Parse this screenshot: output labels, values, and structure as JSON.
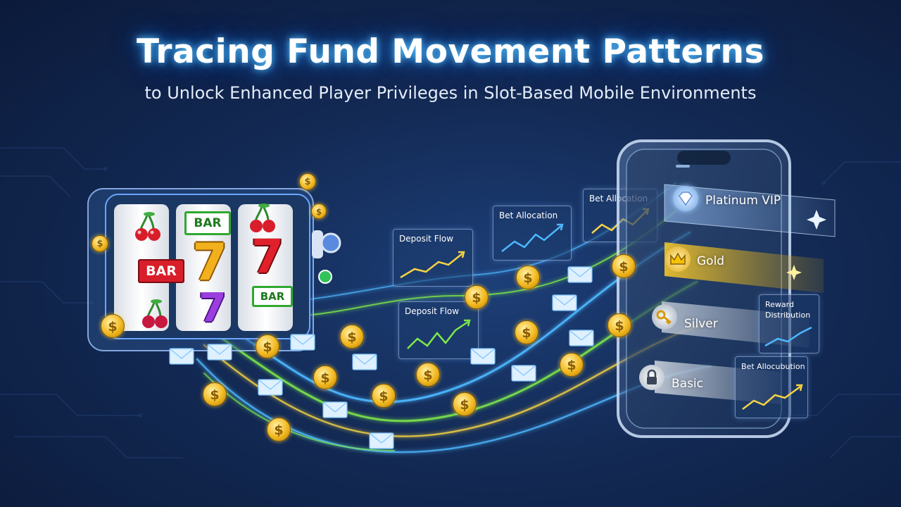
{
  "header": {
    "title": "Tracing Fund Movement Patterns",
    "subtitle": "to Unlock Enhanced Player Privileges in Slot-Based Mobile Environments"
  },
  "slot_machine": {
    "reels": [
      [
        "cherry",
        "BAR",
        "cherry"
      ],
      [
        "BAR",
        "7",
        "7"
      ],
      [
        "cherry",
        "7",
        "BAR"
      ]
    ],
    "bar_text": "BAR",
    "seven_text": "7"
  },
  "charts": {
    "deposit_flow_1": "Deposit Flow",
    "deposit_flow_2": "Deposit Flow",
    "bet_allocation_1": "Bet Allocation",
    "bet_allocation_2": "Bet Allocation",
    "reward_distribution": "Reward Distribution",
    "bet_allocation_3": "Bet Allocubution"
  },
  "tiers": [
    {
      "label": "Platinum VIP",
      "icon": "diamond-icon",
      "color": "#a9dcff"
    },
    {
      "label": "Gold",
      "icon": "crown-icon",
      "color": "#f1c232"
    },
    {
      "label": "Silver",
      "icon": "key-icon",
      "color": "#c9d3de"
    },
    {
      "label": "Basic",
      "icon": "lock-icon",
      "color": "#e8edf3"
    }
  ],
  "coin_symbol": "$",
  "colors": {
    "background": "#132a55",
    "title_glow": "#4fc3ff",
    "stream_blue": "#4db8ff",
    "stream_green": "#7ee84a",
    "stream_yellow": "#f5d442",
    "coin": "#f2b81f"
  }
}
